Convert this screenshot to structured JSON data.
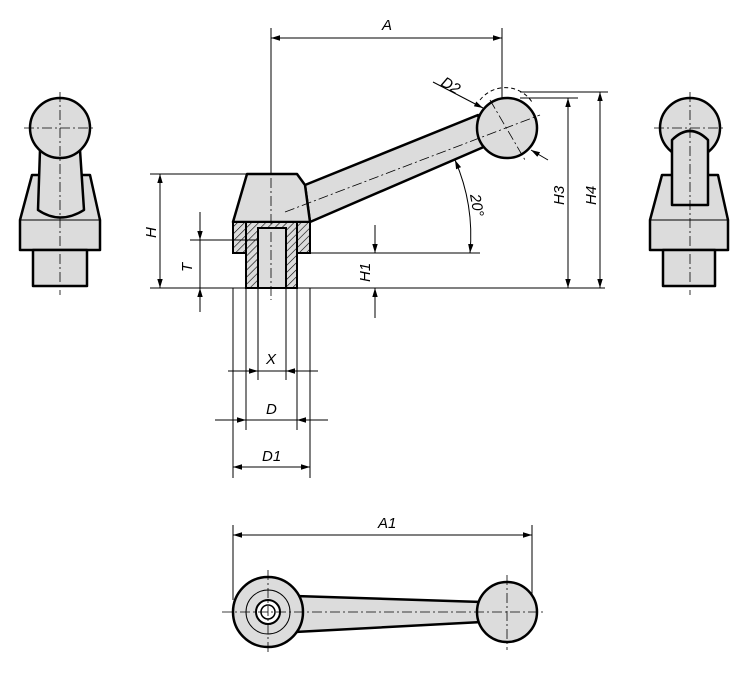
{
  "drawing": {
    "labels": {
      "A": "A",
      "D2": "D2",
      "angle": "20°",
      "H3": "H3",
      "H4": "H4",
      "H": "H",
      "T": "T",
      "H1": "H1",
      "X": "X",
      "D": "D",
      "D1": "D1",
      "A1": "A1"
    },
    "colors": {
      "fill": "#dcdcdc",
      "line": "#000000"
    }
  }
}
